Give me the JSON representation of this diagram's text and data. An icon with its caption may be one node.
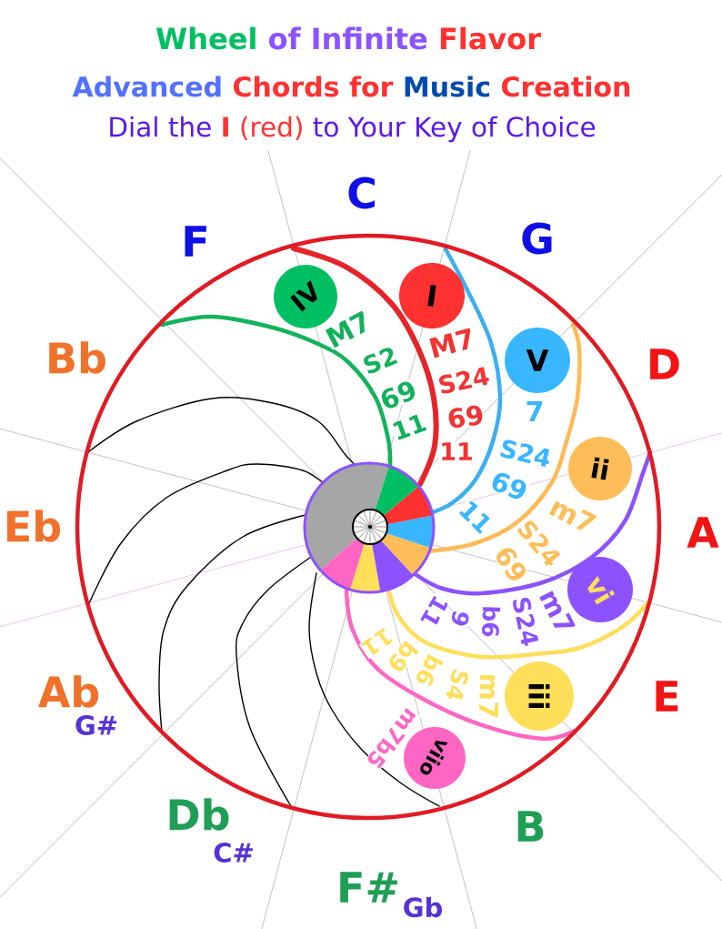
{
  "diagram": {
    "title": "Wheel of Infinite Flavor",
    "nodes": [
      {
        "text": [
          "IV"
        ],
        "beside": [
          "M7",
          "S2",
          "69",
          "11"
        ]
      },
      {
        "text": [
          "I"
        ],
        "beside": [
          "M7",
          "S24",
          "69",
          "11"
        ]
      },
      {
        "text": [
          "V"
        ],
        "beside": [
          "7",
          "S24",
          "69",
          "11"
        ]
      },
      {
        "text": [
          "ii"
        ],
        "beside": [
          "m7",
          "S24",
          "69"
        ]
      },
      {
        "text": [
          "vi"
        ],
        "beside": [
          "m7",
          "S24",
          "b6",
          "9",
          "11"
        ]
      },
      {
        "text": [
          "iii"
        ],
        "beside": [
          "m7",
          "S4",
          "b6",
          "b9",
          "11"
        ]
      },
      {
        "text": [
          "viio"
        ],
        "beside": [
          "m7b5"
        ]
      }
    ],
    "labels": [
      "Advanced Chords for Music Creation",
      "Dial the **I** (red) to Your Key of Choice",
      "C",
      "F",
      "G",
      "Bb",
      "D",
      "Eb",
      "A",
      "Ab",
      "E",
      "G#",
      "Db",
      "B",
      "C#",
      "F#",
      "Gb"
    ]
  }
}
